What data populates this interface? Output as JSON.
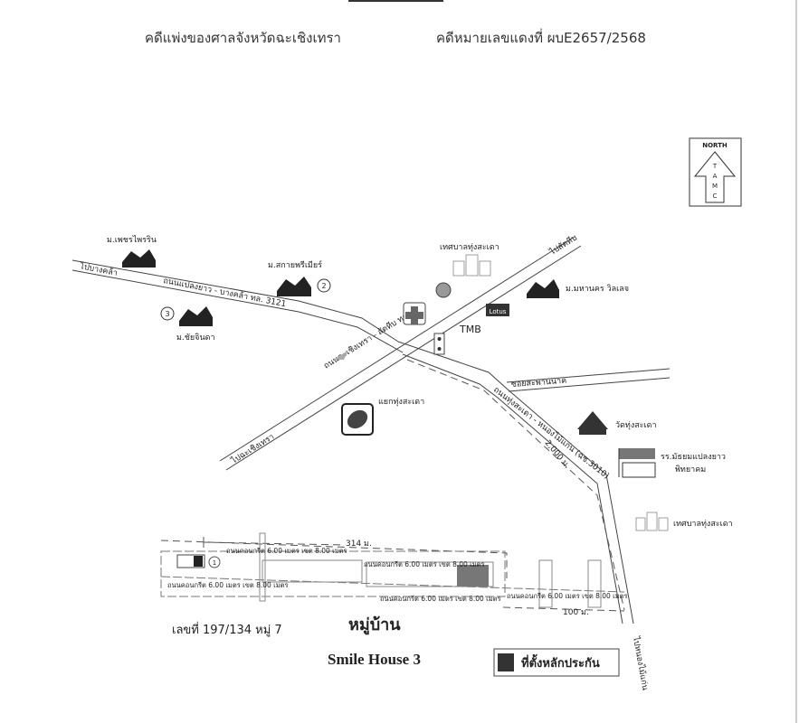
{
  "header": {
    "court": "คดีแพ่งของศาลจังหวัดฉะเชิงเทรา",
    "case_no": "คดีหมายเลขแดงที่ ผบE2657/2568"
  },
  "north": {
    "label": "NORTH",
    "letters": [
      "T",
      "A",
      "M",
      "C"
    ]
  },
  "places": {
    "petch": "ม.เพชรไพรริน",
    "to_bangkhla": "ไปบางคล้า",
    "road_3121": "ถนนแปลงยาว - บางคล้า ทล. 3121",
    "sky": "ม.สกายพรีเมียร์",
    "sky_no": "2",
    "chai": "ม.ชัยจินดา",
    "chai_no": "3",
    "road_331": "ถนนฉะเชิงเทรา - สัตหีบ ทล. 331",
    "municipal": "เทศบาลทุ่งสะเดา",
    "to_sattahip": "ไปสัตหีบ",
    "mahanakorn": "ม.มหานคร วิลเลจ",
    "tmb": "TMB",
    "lotus": "Lotus",
    "soi": "ซอยสะพานนาค",
    "junction": "แยกทุ่งสะเดา",
    "to_chachoengsao": "ไปฉะเชิงเทรา",
    "road_3010": "ถนนทุ่งสะเดา - หนองไม้แก่น (ฉช.3010)",
    "dist_2000": "2,000 ม.",
    "temple": "วัดทุ่งสะเดา",
    "school_1": "รร.มัธยมแปลงยาว",
    "school_2": "พิทยาคม",
    "municipal_2": "เทศบาลทุ่งสะเดา",
    "to_nongmaikaen": "ไปหนองไม้แก่น"
  },
  "village": {
    "dist_314": "314 ม.",
    "dist_100": "100 ม.",
    "road_label": "ถนนคอนกรีต 6.00 เมตร เขต 8.00 เมตร",
    "plot_no": "1",
    "address": "เลขที่ 197/134 หมู่ 7",
    "title": "หมู่บ้าน",
    "name": "Smile House  3",
    "legend": "ที่ตั้งหลักประกัน"
  }
}
